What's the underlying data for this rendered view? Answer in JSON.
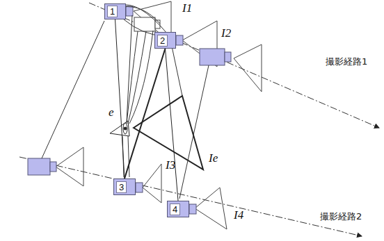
{
  "diagram": {
    "nodes": [
      {
        "text": [
          "1"
        ]
      },
      {
        "text": [
          "2"
        ]
      },
      {
        "text": [
          "3"
        ]
      },
      {
        "text": [
          "4"
        ]
      }
    ],
    "edges": [
      {
        "from": 0,
        "to": 2,
        "arrow": "none"
      },
      {
        "from": 1,
        "to": 2,
        "arrow": "none"
      },
      {
        "from": 1,
        "to": 3,
        "arrow": "none"
      }
    ],
    "labels": [
      "I1",
      "I2",
      "I3",
      "I4",
      "Ie",
      "e",
      "撮影経路1",
      "撮影経路2"
    ]
  }
}
